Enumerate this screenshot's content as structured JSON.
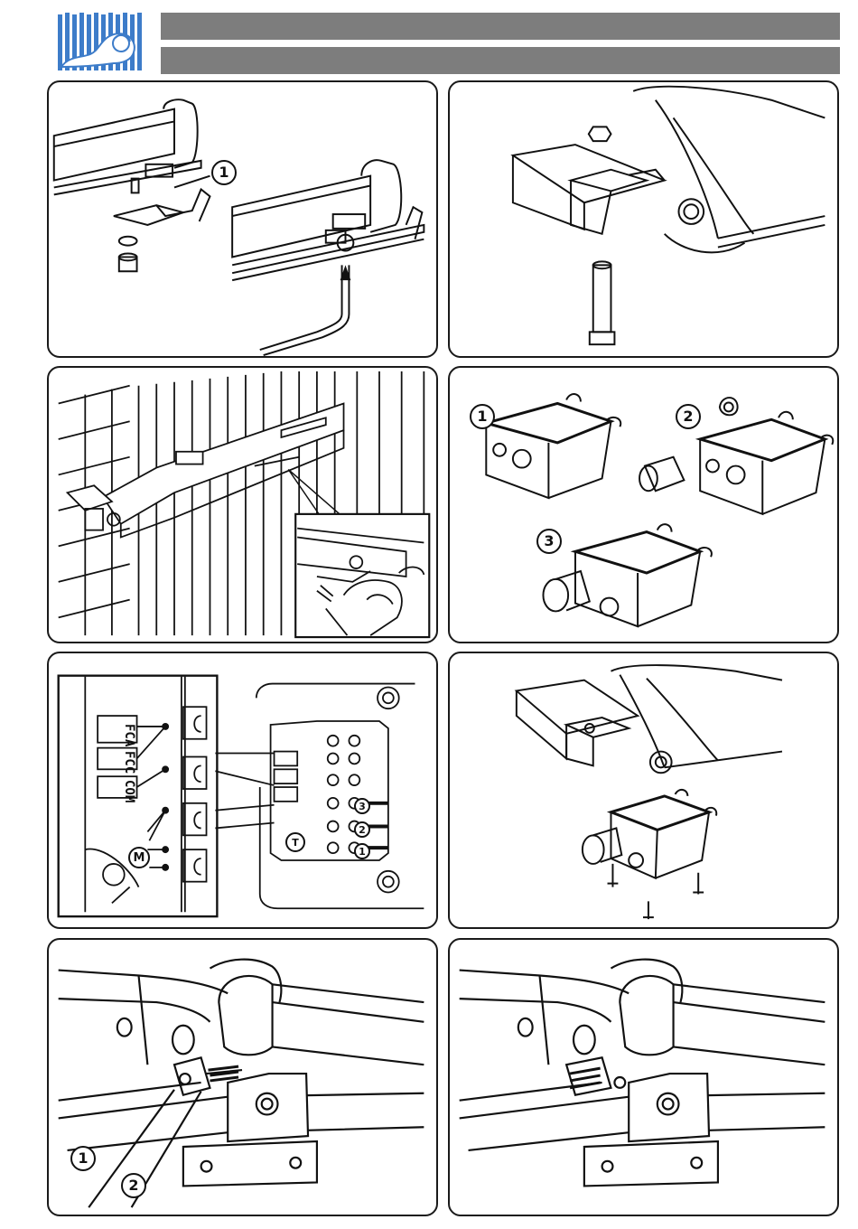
{
  "header": {
    "logo_icon": "lion-gate-logo-icon",
    "bar_color": "#7d7d7d"
  },
  "panels": {
    "p1": {
      "callout_1": "1"
    },
    "p2": {},
    "p3": {},
    "p4": {
      "callout_1": "1",
      "callout_2": "2",
      "callout_3": "3"
    },
    "p5": {
      "label_fca": "FCA",
      "label_fcc": "FCC",
      "label_com": "COM",
      "label_m": "M",
      "label_t": "T",
      "terminal_1": "1",
      "terminal_2": "2",
      "terminal_3": "3"
    },
    "p6": {},
    "p7": {
      "callout_1": "1",
      "callout_2": "2"
    },
    "p8": {}
  }
}
